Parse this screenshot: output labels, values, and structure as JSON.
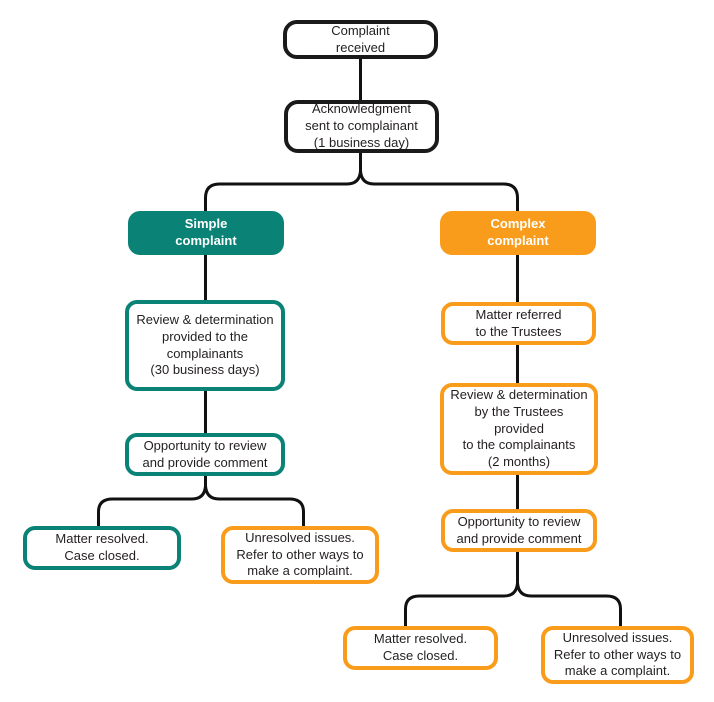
{
  "colors": {
    "teal": "#0a8376",
    "orange": "#f99c1b",
    "outline_black": "#1a1a1a",
    "connector": "#111111",
    "box_text": "#231f20",
    "white_text": "#ffffff"
  },
  "flowchart": {
    "start": {
      "complaint_received": "Complaint\nreceived",
      "acknowledgment": "Acknowledgment\nsent to complainant\n(1 business day)"
    },
    "simple": {
      "header": "Simple\ncomplaint",
      "review": "Review & determination\nprovided to the\ncomplainants\n(30 business days)",
      "opportunity": "Opportunity to review\nand provide comment",
      "resolved": "Matter resolved.\nCase closed.",
      "unresolved": "Unresolved issues.\nRefer to other ways to\nmake a complaint."
    },
    "complex": {
      "header": "Complex\ncomplaint",
      "referred": "Matter referred\nto the Trustees",
      "review": "Review & determination\nby the Trustees provided\nto the complainants\n(2 months)",
      "opportunity": "Opportunity to review\nand provide comment",
      "resolved": "Matter resolved.\nCase closed.",
      "unresolved": "Unresolved issues.\nRefer to other ways to\nmake a complaint."
    }
  }
}
